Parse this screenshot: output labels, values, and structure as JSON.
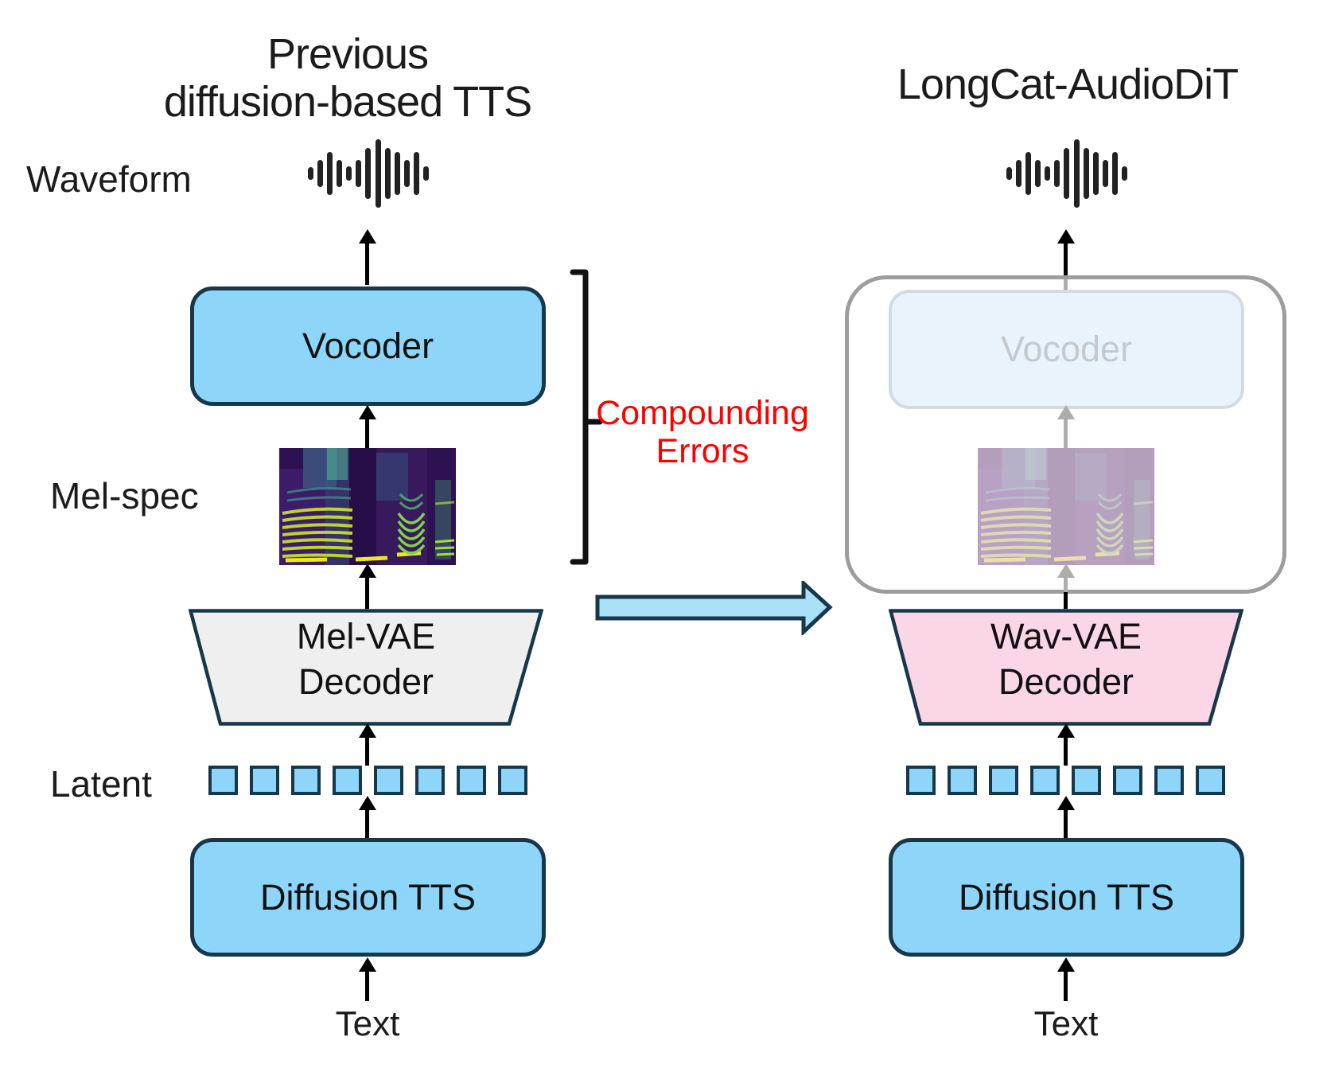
{
  "left": {
    "title_line1": "Previous",
    "title_line2": "diffusion-based TTS",
    "waveform_label": "Waveform",
    "vocoder": "Vocoder",
    "melspec_label": "Mel-spec",
    "decoder_line1": "Mel-VAE",
    "decoder_line2": "Decoder",
    "latent_label": "Latent",
    "diffusion": "Diffusion TTS",
    "text": "Text"
  },
  "right": {
    "title": "LongCat-AudioDiT",
    "vocoder": "Vocoder",
    "decoder_line1": "Wav-VAE",
    "decoder_line2": "Decoder",
    "diffusion": "Diffusion TTS",
    "text": "Text"
  },
  "middle": {
    "error_line1": "Compounding",
    "error_line2": "Errors"
  },
  "colors": {
    "box_blue": "#8DD6F9",
    "box_border_navy": "#17374A",
    "decoder_gray_fill": "#EFEFEF",
    "decoder_pink_fill": "#FBD6E6",
    "skipped_outline_gray": "#9D9D9D",
    "faded_box_fill": "#E8F3FC",
    "error_red": "#FF0000",
    "arrow_black": "#000000",
    "arrow_gray": "#ADADAD",
    "block_arrow_blue": "#A9DFF7"
  },
  "icons": {
    "waveform_bar_heights": [
      16,
      34,
      54,
      34,
      18,
      34,
      64,
      86,
      64,
      54,
      34,
      54,
      18
    ],
    "latent_square_count": 8
  }
}
